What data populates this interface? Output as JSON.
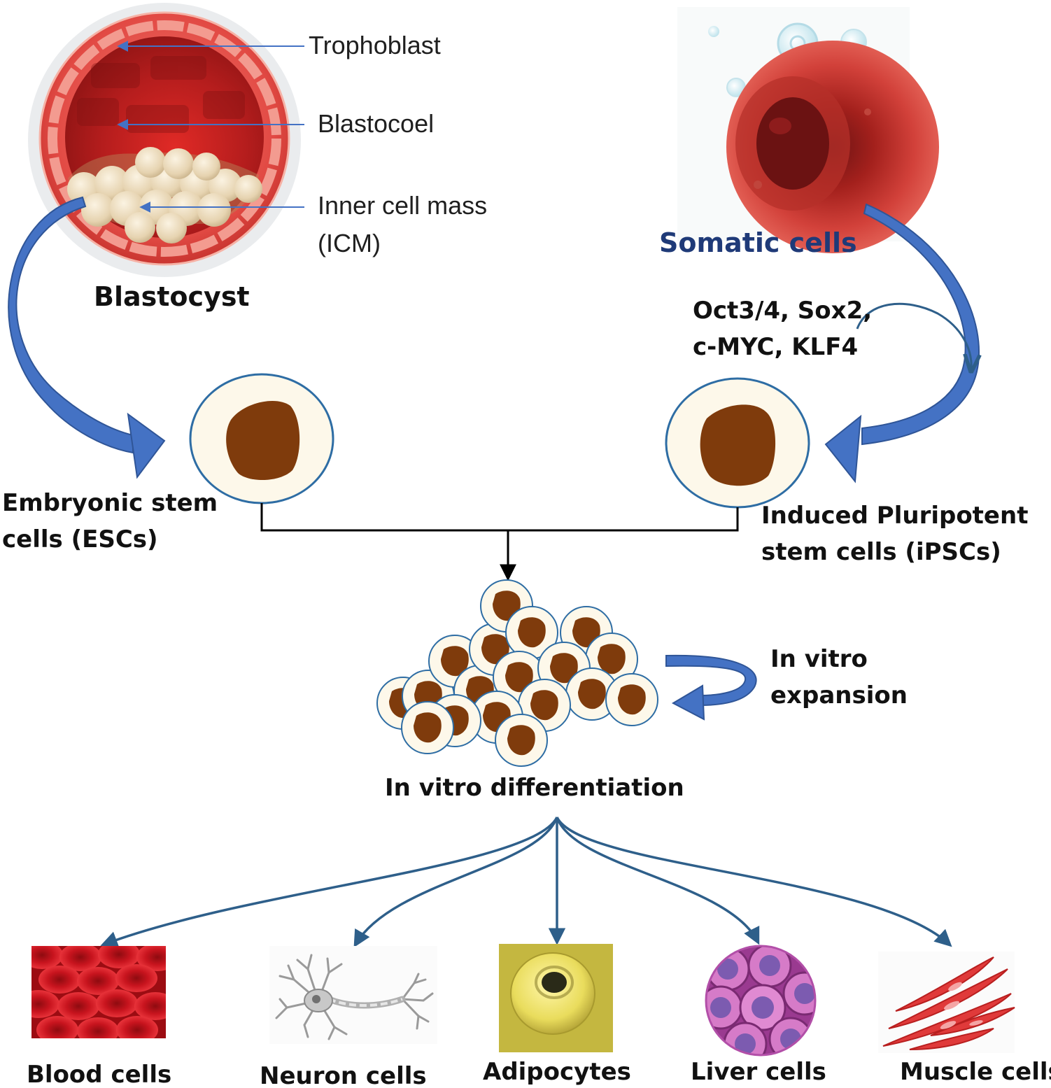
{
  "blastocyst": {
    "title": "Blastocyst",
    "labels": {
      "trophoblast": "Trophoblast",
      "blastocoel": "Blastocoel",
      "icm_line1": "Inner cell mass",
      "icm_line2": "(ICM)"
    }
  },
  "somatic": {
    "title": "Somatic cells",
    "factors_line1": "Oct3/4, Sox2,",
    "factors_line2": "c-MYC, KLF4"
  },
  "esc": {
    "line1": "Embryonic stem",
    "line2": "cells (ESCs)"
  },
  "ipsc": {
    "line1": "Induced Pluripotent",
    "line2": "stem cells (iPSCs)"
  },
  "expansion": {
    "line1": "In vitro",
    "line2": "expansion"
  },
  "differentiation": {
    "label": "In vitro differentiation"
  },
  "outcomes": {
    "blood": "Blood cells",
    "neuron": "Neuron cells",
    "adipocytes": "Adipocytes",
    "liver": "Liver cells",
    "muscle": "Muscle cells"
  },
  "colors": {
    "arrow_blue": "#4472c4",
    "tree_blue": "#2e5f8a",
    "nucleus": "#7f3b0c",
    "cell_fill": "#fdf8ea",
    "cell_border": "#2e6da4",
    "somatic_text": "#1f3a78",
    "blood_red": "#c8141e",
    "adipocyte_bg": "#d4c44a",
    "liver_purple": "#b24fa8",
    "muscle_red": "#e03a3a"
  }
}
